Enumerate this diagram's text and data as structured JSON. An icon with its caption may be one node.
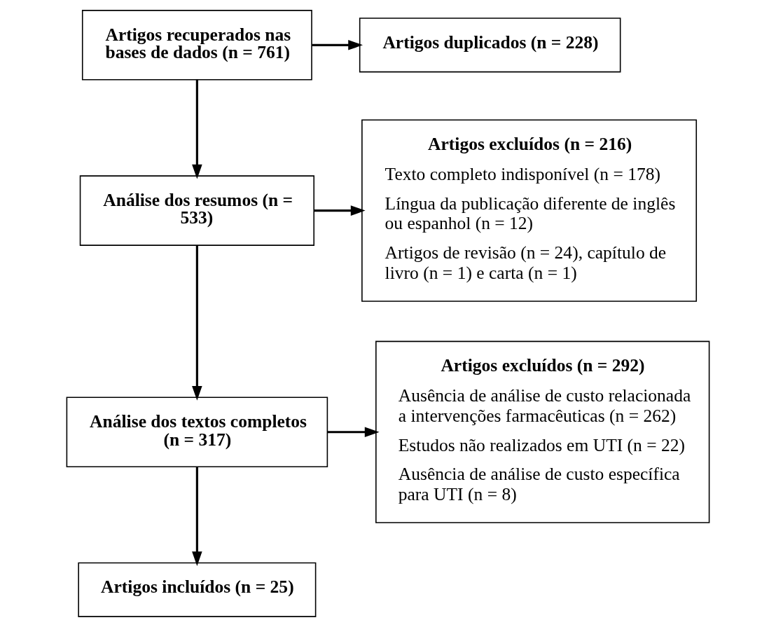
{
  "diagram": {
    "nodes": [
      {
        "text": [
          "Artigos recuperados nas bases de dados (n = 761)"
        ]
      },
      {
        "text": [
          "Artigos duplicados (n = 228)"
        ]
      },
      {
        "text": [
          "Análise dos resumos (n = 533)"
        ]
      },
      {
        "text": [
          "Artigos excluídos (n = 216)",
          "Texto completo indisponível (n = 178)",
          "Língua da publicação diferente de inglês ou espanhol (n = 12)",
          "Artigos de revisão (n = 24), capítulo de livro (n = 1) e carta (n = 1)"
        ]
      },
      {
        "text": [
          "Análise dos textos completos (n = 317)"
        ]
      },
      {
        "text": [
          "Artigos excluídos (n = 292)",
          "Ausência de análise de custo relacionada a intervenções farmacêuticas (n = 262)",
          "Estudos não realizados em UTI (n = 22)",
          "Ausência de análise de custo específica para UTI (n = 8)"
        ]
      },
      {
        "text": [
          "Artigos incluídos (n = 25)"
        ]
      }
    ],
    "edges": [
      {
        "from": 0,
        "to": 1,
        "arrow": "to"
      },
      {
        "from": 0,
        "to": 2,
        "arrow": "to"
      },
      {
        "from": 2,
        "to": 3,
        "arrow": "to"
      },
      {
        "from": 2,
        "to": 4,
        "arrow": "to"
      },
      {
        "from": 4,
        "to": 5,
        "arrow": "to"
      },
      {
        "from": 4,
        "to": 6,
        "arrow": "to"
      }
    ]
  }
}
